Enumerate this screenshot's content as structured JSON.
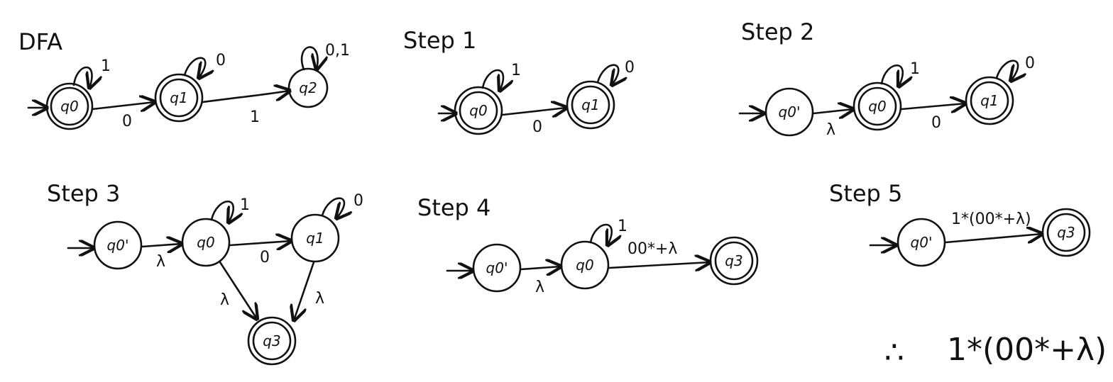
{
  "panels": {
    "dfa": {
      "title": "DFA",
      "states": {
        "q0": "q0",
        "q1": "q1",
        "q2": "q2"
      },
      "edges": {
        "q0_loop": "1",
        "q1_loop": "0",
        "q2_loop": "0,1",
        "q0_q1": "0",
        "q1_q2": "1"
      }
    },
    "step1": {
      "title": "Step 1",
      "states": {
        "q0": "q0",
        "q1": "q1"
      },
      "edges": {
        "q0_loop": "1",
        "q1_loop": "0",
        "q0_q1": "0"
      }
    },
    "step2": {
      "title": "Step 2",
      "states": {
        "q0p": "q0'",
        "q0": "q0",
        "q1": "q1"
      },
      "edges": {
        "q0p_q0": "λ",
        "q0_loop": "1",
        "q0_q1": "0",
        "q1_loop": "0"
      }
    },
    "step3": {
      "title": "Step 3",
      "states": {
        "q0p": "q0'",
        "q0": "q0",
        "q1": "q1",
        "q3": "q3"
      },
      "edges": {
        "q0p_q0": "λ",
        "q0_loop": "1",
        "q0_q1": "0",
        "q1_loop": "0",
        "q0_q3": "λ",
        "q1_q3": "λ"
      }
    },
    "step4": {
      "title": "Step 4",
      "states": {
        "q0p": "q0'",
        "q0": "q0",
        "q3": "q3"
      },
      "edges": {
        "q0p_q0": "λ",
        "q0_loop": "1",
        "q0_q3": "00*+λ"
      }
    },
    "step5": {
      "title": "Step 5",
      "states": {
        "q0p": "q0'",
        "q3": "q3"
      },
      "edges": {
        "q0p_q3": "1*(00*+λ)"
      }
    }
  },
  "conclusion": {
    "symbol": "∴",
    "expression": "1*(00*+λ)"
  }
}
